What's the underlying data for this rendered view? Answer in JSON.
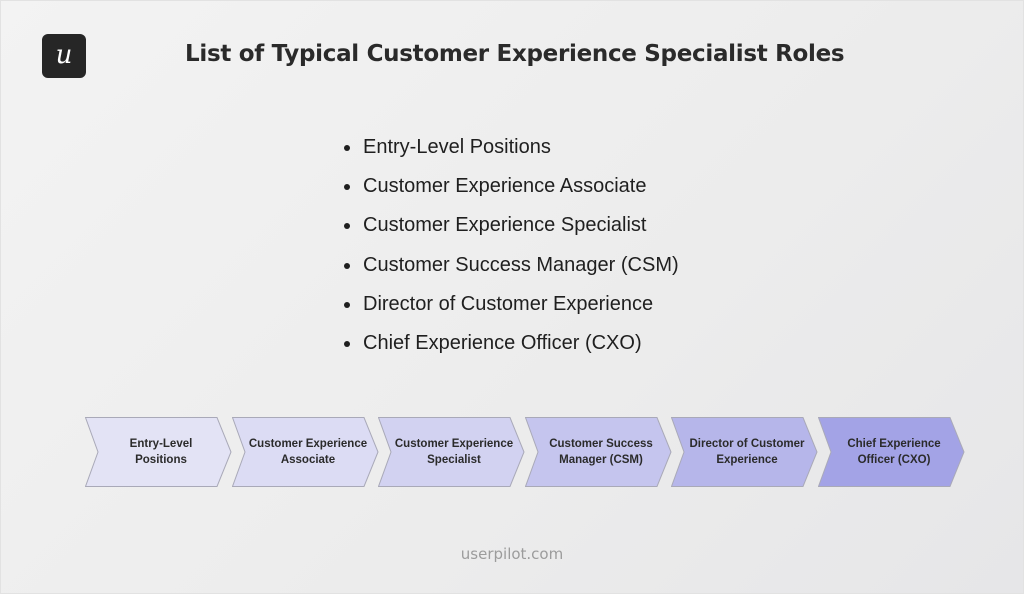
{
  "brand": {
    "logo_letter": "u",
    "logo_bg": "#262626"
  },
  "header": {
    "title": "List of Typical Customer Experience Specialist Roles"
  },
  "roles_list": {
    "items": [
      "Entry-Level Positions",
      "Customer Experience Associate",
      "Customer Experience Specialist",
      "Customer Success Manager (CSM)",
      "Director of Customer Experience",
      "Chief Experience Officer (CXO)"
    ]
  },
  "progression": {
    "steps": [
      {
        "line1": "Entry-Level",
        "line2": "Positions",
        "color": "#e3e3f5"
      },
      {
        "line1": "Customer Experience",
        "line2": "Associate",
        "color": "#dcdcf4"
      },
      {
        "line1": "Customer Experience",
        "line2": "Specialist",
        "color": "#d2d2f1"
      },
      {
        "line1": "Customer Success",
        "line2": "Manager (CSM)",
        "color": "#c5c5ee"
      },
      {
        "line1": "Director of Customer",
        "line2": "Experience",
        "color": "#b6b6ea"
      },
      {
        "line1": "Chief Experience",
        "line2": "Officer (CXO)",
        "color": "#a3a3e6"
      }
    ]
  },
  "footer": {
    "text": "userpilot.com"
  }
}
